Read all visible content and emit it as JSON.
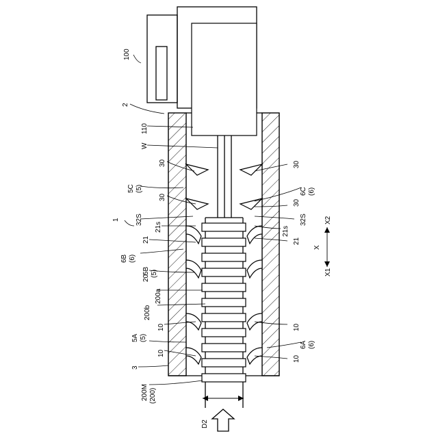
{
  "labels": {
    "ref_100": "100",
    "ref_2": "2",
    "ref_110": "110",
    "ref_W": "W",
    "ref_1": "1",
    "ref_3": "3",
    "ref_5C": "5C",
    "ref_5C_sub": "(5)",
    "ref_5B": "5B",
    "ref_5B_sub": "(5)",
    "ref_5A": "5A",
    "ref_5A_sub": "(5)",
    "ref_6C": "6C",
    "ref_6C_sub": "(6)",
    "ref_6B": "6B",
    "ref_6B_sub": "(6)",
    "ref_6A": "6A",
    "ref_6A_sub": "(6)",
    "ref_30_a": "30",
    "ref_30_b": "30",
    "ref_30_c": "30",
    "ref_30_d": "30",
    "ref_32S_left": "32S",
    "ref_32S_right": "32S",
    "ref_21s_left": "21s",
    "ref_21s_right": "21s",
    "ref_21_left": "21",
    "ref_21_right": "21",
    "ref_20": "20",
    "ref_200a": "200a",
    "ref_200b": "200b",
    "ref_10_a": "10",
    "ref_10_b": "10",
    "ref_10_c": "10",
    "ref_10_d": "10",
    "ref_200M": "200M",
    "ref_200M_sub": "(200)",
    "ref_D2": "D2",
    "axis_X": "X",
    "axis_X1": "X1",
    "axis_X2": "X2"
  }
}
